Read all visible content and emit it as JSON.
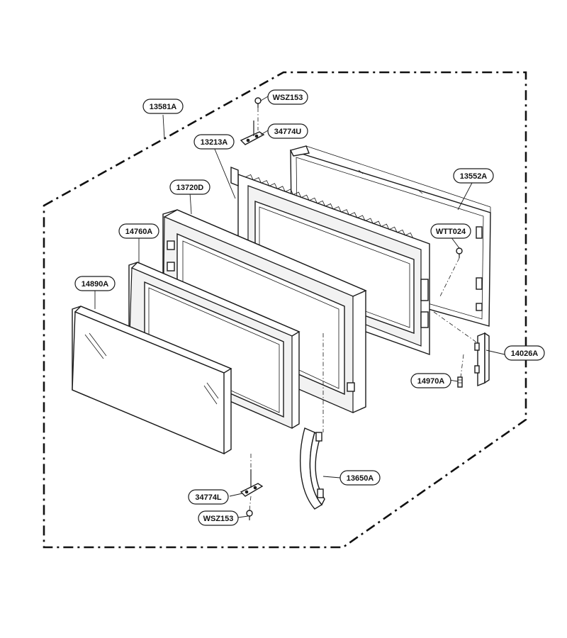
{
  "callouts": {
    "c13581A": "13581A",
    "cWSZ153_top": "WSZ153",
    "c34774U": "34774U",
    "c13213A": "13213A",
    "c13720D": "13720D",
    "c13552A": "13552A",
    "c14760A": "14760A",
    "cWTT024": "WTT024",
    "c14890A": "14890A",
    "c14026A": "14026A",
    "c14970A": "14970A",
    "c13650A": "13650A",
    "c34774L": "34774L",
    "cWSZ153_bottom": "WSZ153"
  }
}
